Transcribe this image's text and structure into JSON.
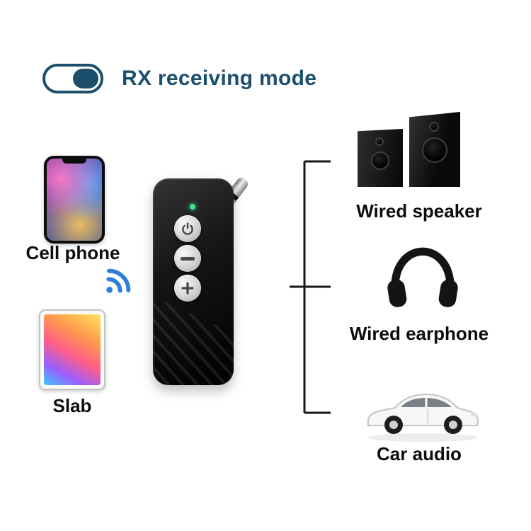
{
  "header": {
    "toggle_label": "RX receiving mode",
    "toggle_state": "on"
  },
  "colors": {
    "accent": "#1b4f6b",
    "wifi_blue": "#2e7fd6",
    "led_green": "#3be38a",
    "label_text": "#0d0d0d",
    "bracket_line": "#161616",
    "device_body": "#111111"
  },
  "sources": {
    "phone": {
      "label": "Cell phone"
    },
    "tablet": {
      "label": "Slab"
    }
  },
  "receiver": {
    "buttons": [
      {
        "name": "power"
      },
      {
        "name": "minus"
      },
      {
        "name": "plus"
      }
    ]
  },
  "outputs": [
    {
      "label": "Wired speaker"
    },
    {
      "label": "Wired earphone"
    },
    {
      "label": "Car audio"
    }
  ]
}
